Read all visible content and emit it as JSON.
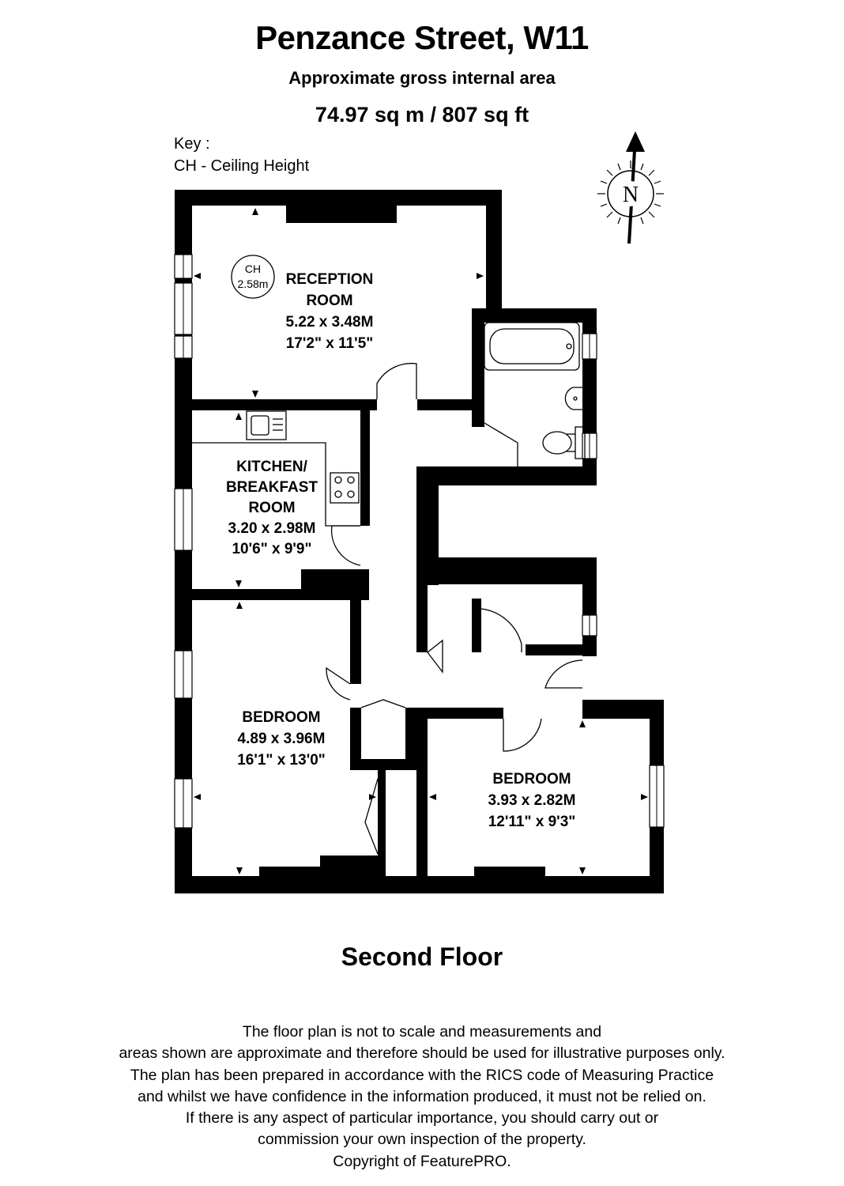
{
  "header": {
    "title": "Penzance Street, W11",
    "subtitle": "Approximate gross internal area",
    "area": "74.97 sq m /  807 sq ft"
  },
  "key": {
    "heading": "Key :",
    "entry": "CH - Ceiling Height"
  },
  "compass": {
    "letter": "N"
  },
  "ceiling_marker": {
    "label": "CH",
    "value": "2.58m"
  },
  "rooms": {
    "reception": {
      "name_line1": "RECEPTION",
      "name_line2": "ROOM",
      "metric": "5.22 x 3.48M",
      "imperial": "17'2\" x 11'5\""
    },
    "kitchen": {
      "name_line1": "KITCHEN/",
      "name_line2": "BREAKFAST",
      "name_line3": "ROOM",
      "metric": "3.20 x 2.98M",
      "imperial": "10'6\" x 9'9\""
    },
    "bedroom1": {
      "name": "BEDROOM",
      "metric": "4.89 x 3.96M",
      "imperial": "16'1\" x 13'0\""
    },
    "bedroom2": {
      "name": "BEDROOM",
      "metric": "3.93 x 2.82M",
      "imperial": "12'11\" x 9'3\""
    }
  },
  "floor_label": "Second Floor",
  "disclaimer": [
    "The floor plan is not to scale and measurements and",
    "areas shown are approximate and therefore should be used for illustrative purposes only.",
    "The plan has been prepared in accordance with the RICS code of Measuring Practice",
    "and whilst we have confidence in the information produced, it must not be relied on.",
    "If there is any aspect of particular importance, you should carry out or",
    "commission your own inspection of the property.",
    "Copyright of FeaturePRO."
  ]
}
